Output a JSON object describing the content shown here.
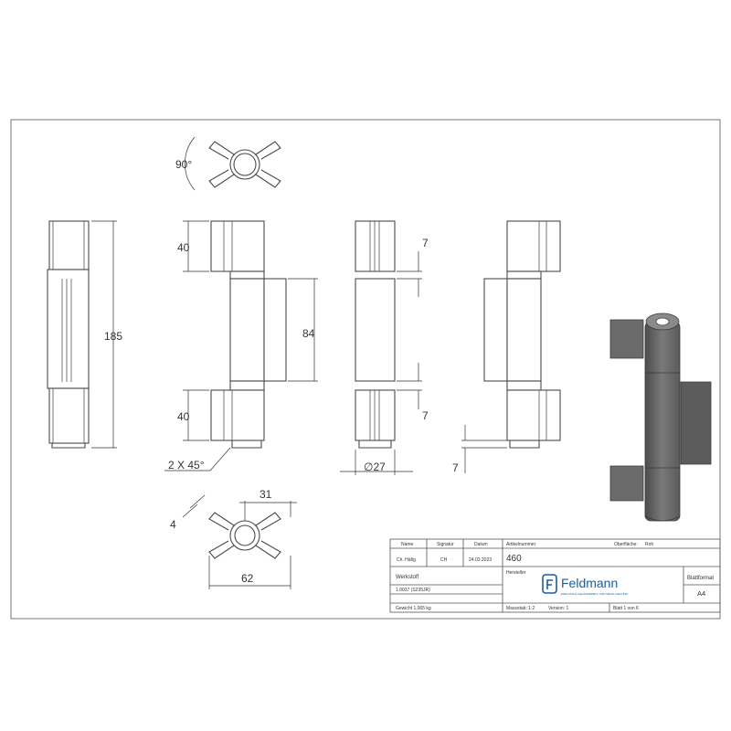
{
  "dimensions": {
    "angle": "90°",
    "height_total": "185",
    "top_leaf": "40",
    "middle_leaf": "84",
    "bottom_leaf": "40",
    "gap_top": "7",
    "gap_bottom": "7",
    "gap_right": "7",
    "chamfer": "2 X 45°",
    "diameter": "∅27",
    "offset": "31",
    "thickness": "4",
    "width": "62"
  },
  "title_block": {
    "headers": {
      "name": "Name",
      "signatur": "Signatur",
      "datum": "Datum",
      "artikelnummer": "Artikelnummer",
      "oberflaeche": "Oberfläche:"
    },
    "values": {
      "name": "Ch. Häfig",
      "signatur": "CH",
      "datum": "24.03.2023",
      "artikelnummer": "460",
      "oberflaeche": "Roh"
    },
    "werkstoff_label": "Werkstoff",
    "werkstoff_value": "1.0037 (S235JR)",
    "hersteller_label": "Hersteller",
    "company": "Feldmann",
    "company_tagline": "EDELSTAHL-GELÄNDERBAU UND METALLTECHNIK",
    "blattformat_label": "Blattformat",
    "blattformat_value": "A4",
    "gewicht": "Gewicht 1,065 kg",
    "massstab": "Massstab: 1:2",
    "version": "Version: 1",
    "blatt": "Blatt 1 von 6"
  },
  "colors": {
    "line": "#4a4a4a",
    "brand_blue": "#1d5d9e",
    "render_dark": "#5a5a5a",
    "render_light": "#9a9a9a"
  }
}
